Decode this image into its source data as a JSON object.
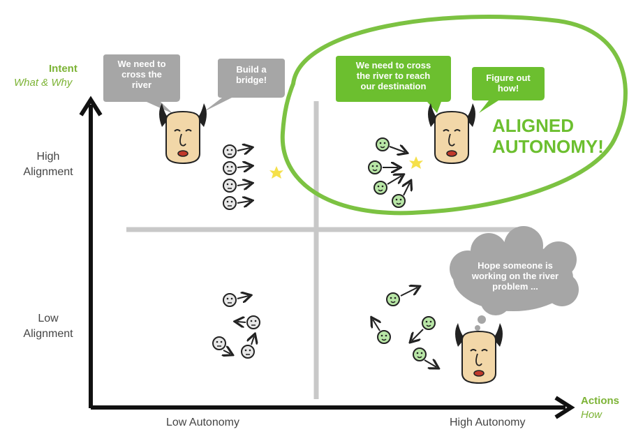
{
  "axes": {
    "y_title": "Intent",
    "y_subtitle": "What & Why",
    "x_title": "Actions",
    "x_subtitle": "How",
    "high_alignment": "High\nAlignment",
    "low_alignment": "Low\nAlignment",
    "low_autonomy": "Low Autonomy",
    "high_autonomy": "High Autonomy"
  },
  "quadrant_top_left": {
    "bubble_1": "We need to\ncross the\nriver",
    "bubble_2": "Build a\nbridge!"
  },
  "quadrant_top_right": {
    "bubble_1": "We need to cross\nthe river to reach\nour destination",
    "bubble_2": "Figure out\nhow!",
    "headline": "ALIGNED\nAUTONOMY!"
  },
  "quadrant_bottom_right": {
    "thought": "Hope someone is\nworking on the river\nproblem ..."
  },
  "colors": {
    "green": "#7cb335",
    "bubble_gray": "#a6a6a6",
    "divider_gray": "#c8c8c8",
    "axis": "#111111"
  }
}
